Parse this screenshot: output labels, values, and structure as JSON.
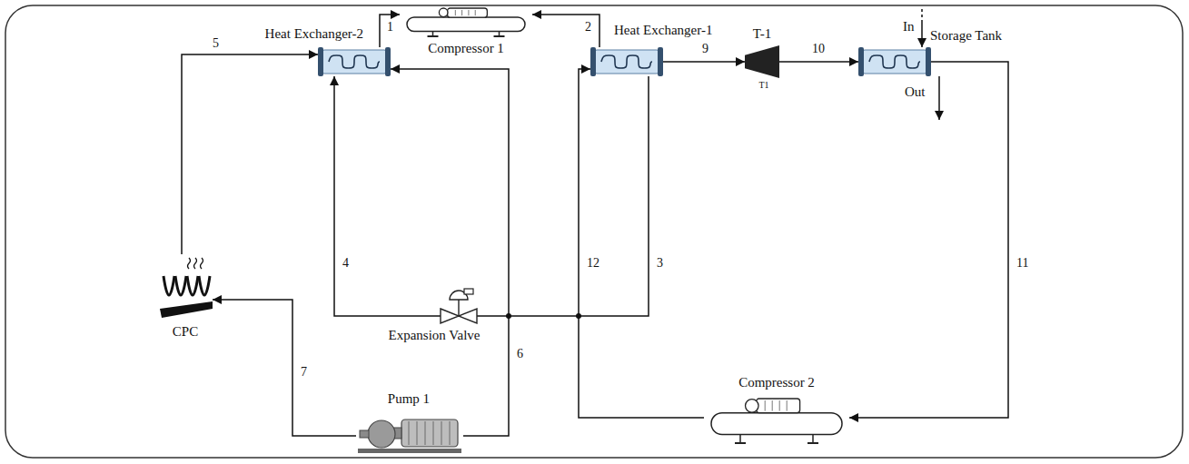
{
  "diagram": {
    "nodes": [
      {
        "text": [
          "Compressor 1"
        ]
      },
      {
        "text": [
          "Heat Exchanger-2"
        ]
      },
      {
        "text": [
          "Heat Exchanger-1"
        ]
      },
      {
        "text": [
          "T-1",
          "T1"
        ]
      },
      {
        "text": [
          "Storage Tank"
        ]
      },
      {
        "text": [
          "CPC"
        ]
      },
      {
        "text": [
          "Expansion Valve"
        ]
      },
      {
        "text": [
          "Pump 1"
        ]
      },
      {
        "text": [
          "Compressor 2"
        ]
      }
    ],
    "edges": [
      {
        "from": 1,
        "to": 0,
        "arrow": "to",
        "label": "1"
      },
      {
        "from": 2,
        "to": 0,
        "arrow": "to",
        "label": "2"
      },
      {
        "from": 5,
        "to": 1,
        "arrow": "to",
        "label": "5"
      },
      {
        "from": 2,
        "to": 6,
        "arrow": "none",
        "label": "3"
      },
      {
        "from": 6,
        "to": 1,
        "arrow": "to",
        "label": "4"
      },
      {
        "from": 7,
        "to": 1,
        "arrow": "to",
        "label": "6"
      },
      {
        "from": 7,
        "to": 5,
        "arrow": "to",
        "label": "7"
      },
      {
        "from": 2,
        "to": 3,
        "arrow": "to",
        "label": "9"
      },
      {
        "from": 3,
        "to": 4,
        "arrow": "to",
        "label": "10"
      },
      {
        "from": 4,
        "to": 8,
        "arrow": "to",
        "label": "11"
      },
      {
        "from": 8,
        "to": 2,
        "arrow": "to",
        "label": "12"
      }
    ],
    "labels": [
      "In",
      "Out"
    ]
  }
}
